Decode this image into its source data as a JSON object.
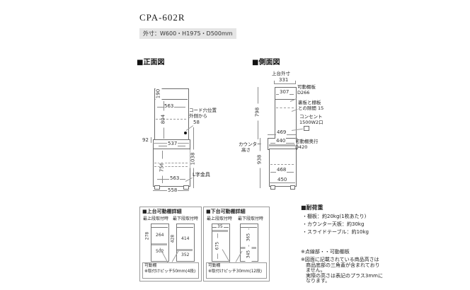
{
  "header": {
    "title": "CPA-602R",
    "outer_size": "外寸：W600・H1975・D500mm"
  },
  "front": {
    "heading": "■正面図",
    "top_height": "190",
    "upper_width": "563",
    "upper_height": "804",
    "cord_line1": "コード穴位置",
    "cord_line2": "外側から",
    "cord_value": "58",
    "slide_height": "92",
    "counter_width": "537",
    "right_total_height": "1038",
    "lower_height": "756",
    "lower_width": "563",
    "base_width": "558",
    "bracket": "L字金具"
  },
  "side": {
    "heading": "■側面図",
    "top_outer_label": "上台外寸",
    "top_outer": "331",
    "upper_depth": "307",
    "shelf1": "可動棚板",
    "shelf1_depth": "D266",
    "gap1": "裏板と棚板",
    "gap2": "との隙間 15",
    "outlet1": "コンセント",
    "outlet2": "1500W2口",
    "upper_height": "798",
    "counter_depth": "469",
    "counter_inner": "440",
    "shelf2": "可動棚奥行",
    "shelf2_depth": "D420",
    "ch1": "カウンター",
    "ch2": "高さ",
    "counter_height": "938",
    "lower_inner": "468",
    "lower_depth": "450"
  },
  "upper_detail": {
    "heading": "■上台可動棚詳細",
    "pos_top": "最上段取付時",
    "pos_bottom": "最下段取付時",
    "t_outer": "278",
    "t_above": "264",
    "t_below": "502",
    "b_outer": "428",
    "b_above": "414",
    "b_below": "352",
    "note1": "可動棚",
    "note2": "※取付けピッチ50mm(4段)"
  },
  "lower_detail": {
    "heading": "■下台可動棚詳細",
    "pos_top": "最上段取付時",
    "pos_bottom": "最下段取付時",
    "t_above": "35",
    "t_below": "675",
    "b_above": "365",
    "b_below": "345",
    "note1": "可動棚",
    "note2": "※取付けピッチ30mm(12段)"
  },
  "notes": {
    "load_heading": "■耐荷重",
    "load_items": [
      "・棚板：約20kg(1枚あたり)",
      "・カウンター天板：約30kg",
      "・スライドテーブル：約10kg"
    ],
    "dotted": "※点線部・・可動棚板",
    "height_lines": [
      "※図面に記載されている商品高さは",
      "　商品底部の三角蓋が含まれており",
      "　ません。",
      "　実際の高さは表記のプラス3mmに",
      "　なります。"
    ]
  }
}
